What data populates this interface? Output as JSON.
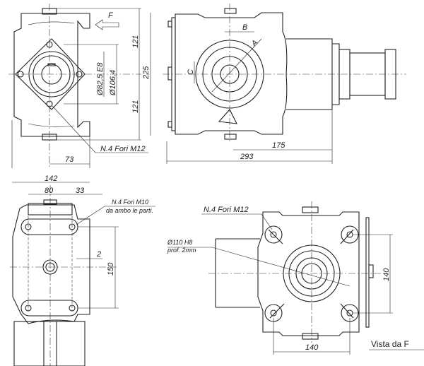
{
  "view_front": {
    "arrow_label": "F",
    "dim_upper": "121",
    "dim_total": "225",
    "dim_lower": "121",
    "dia_pilot": "Ø82,5 E8",
    "dia_bolt_circle": "Ø106,4",
    "holes_note": "N.4 Fori M12",
    "dim_offset": "73"
  },
  "view_side": {
    "label_b": "B",
    "label_a": "A",
    "label_c": "C",
    "dim_shaft": "175",
    "dim_overall": "293"
  },
  "view_bottom": {
    "dim_width": "142",
    "dim_holes": "80",
    "dim_edge": "33",
    "holes_note": "N.4 Fori M10",
    "holes_note_2": "da ambo le parti.",
    "dim_step": "2",
    "dim_height": "150"
  },
  "view_f": {
    "holes_note": "N.4 Fori M12",
    "bore_note": "Ø110 H8",
    "bore_depth": "prof. 2mm",
    "dim_vertical": "140",
    "dim_horizontal": "140",
    "caption": "Vista da F"
  }
}
